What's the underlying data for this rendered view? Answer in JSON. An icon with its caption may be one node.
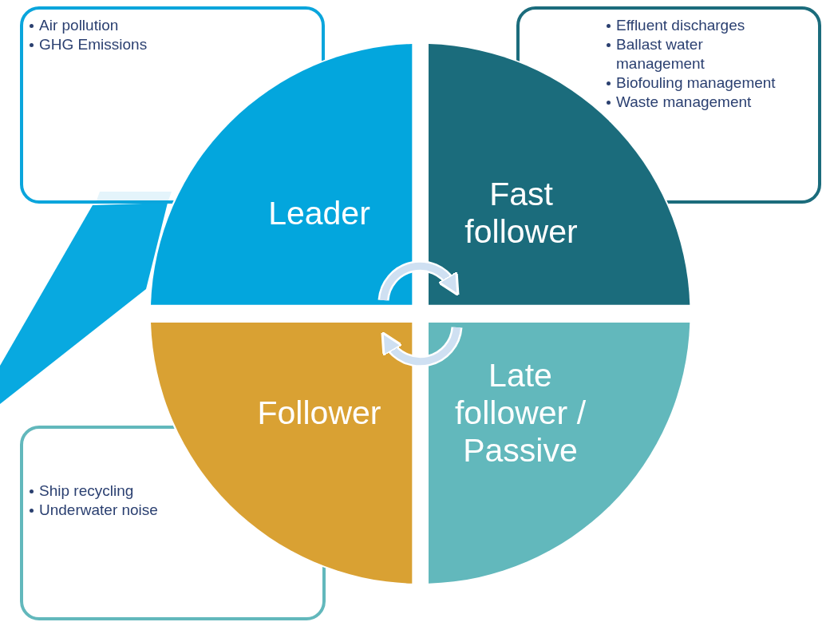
{
  "diagram": {
    "nodes": [
      {
        "text": [
          "Air pollution",
          "GHG Emissions"
        ]
      },
      {
        "text": [
          "Effluent discharges",
          "Ballast water management",
          "Biofouling management",
          "Waste management"
        ]
      },
      {
        "text": [
          "Leader"
        ]
      },
      {
        "text": [
          "Fast follower"
        ]
      },
      {
        "text": [
          "Follower"
        ]
      },
      {
        "text": [
          "Late follower / Passive"
        ]
      },
      {
        "text": [
          "Ship recycling",
          "Underwater noise"
        ]
      }
    ],
    "edges": [
      {
        "from": 2,
        "to": 3,
        "arrow": "to"
      },
      {
        "from": 5,
        "to": 4,
        "arrow": "to"
      }
    ]
  }
}
